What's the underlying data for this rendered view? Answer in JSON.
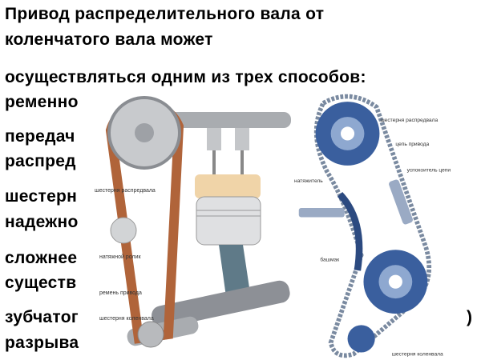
{
  "slide": {
    "lines": [
      "Привод распределительного вала от",
      "коленчатого вала может",
      "осуществляться одним из трех способов:",
      "ременно",
      "передач",
      "распред",
      "шестерн",
      "надежно",
      "сложнее",
      "существ",
      "зубчатог",
      "разрыва"
    ],
    "right_fragment": ")"
  },
  "belt_figure": {
    "labels": [
      "шестерня распредвала",
      "натяжной ролик",
      "ремень привода",
      "шестерня коленвала"
    ],
    "colors": {
      "belt": "#b0643a",
      "metal": "#a9acb0"
    }
  },
  "chain_figure": {
    "labels": [
      "шестерня распредвала",
      "цепь привода",
      "успокоитель цепи",
      "натяжитель",
      "башмак",
      "шестерня коленвала"
    ],
    "colors": {
      "gear": "#3a5f9e",
      "chain": "#7a8aa0"
    }
  }
}
